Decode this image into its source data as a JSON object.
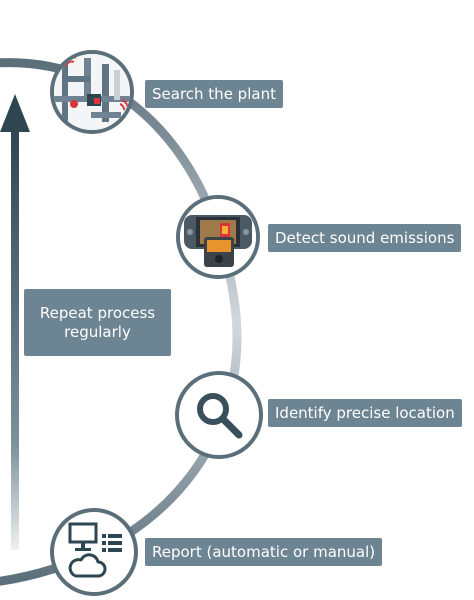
{
  "steps": [
    {
      "label": "Search the plant",
      "icon": "pipes-sensor-icon"
    },
    {
      "label": "Detect sound emissions",
      "icon": "acoustic-camera-icon"
    },
    {
      "label": "Identify precise location",
      "icon": "magnifier-icon"
    },
    {
      "label": "Report (automatic or manual)",
      "icon": "computer-cloud-report-icon"
    }
  ],
  "repeat": {
    "line1": "Repeat process",
    "line2": "regularly"
  },
  "colors": {
    "box": "#6d8493",
    "arc_dark": "#5b6f7b",
    "arc_light": "#c8d0d6",
    "arrow": "#2e4552",
    "icon_red": "#d9353a"
  }
}
